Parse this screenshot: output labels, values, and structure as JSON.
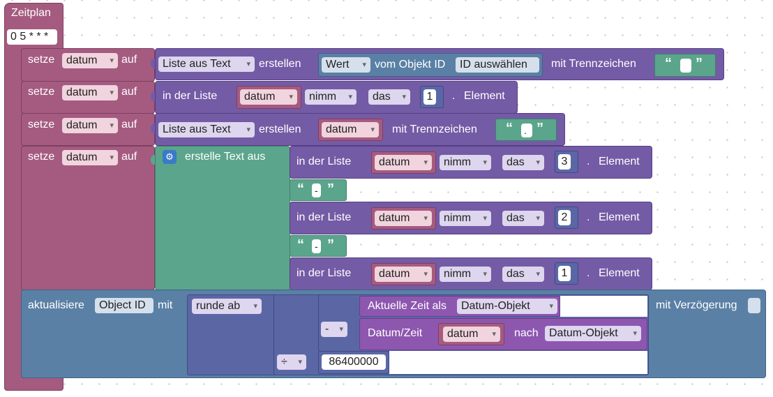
{
  "event": {
    "title": "Zeitplan",
    "schedule": "0 5 * * *"
  },
  "common": {
    "set": "setze",
    "to": "auf",
    "var": "datum",
    "create": "erstellen",
    "list_from_text": "Liste aus Text",
    "with_delimiter": "mit Trennzeichen",
    "in_list": "in der Liste",
    "take": "nimm",
    "the": "das",
    "dot": ".",
    "element": "Element"
  },
  "row1": {
    "value": "Wert",
    "from_object": "vom Objekt ID",
    "object_id": "ID auswählen",
    "delimiter": " "
  },
  "row2": {
    "index": "1"
  },
  "row3": {
    "delimiter": "."
  },
  "row4": {
    "create_text": "erstelle Text aus",
    "items": [
      {
        "index": "3"
      },
      {
        "text": "-"
      },
      {
        "index": "2"
      },
      {
        "text": "-"
      },
      {
        "index": "1"
      }
    ]
  },
  "update": {
    "label": "aktualisiere",
    "object_id": "Object ID",
    "with": "mit",
    "round": "runde ab",
    "minus": "-",
    "divide": "÷",
    "current_time": "Aktuelle Zeit als",
    "date_object": "Datum-Objekt",
    "datetime": "Datum/Zeit",
    "to_label": "nach",
    "date_object2": "Datum-Objekt",
    "divisor": "86400000",
    "delay": "mit Verzögerung"
  },
  "colors": {
    "event": "#a55b80",
    "lists": "#745ba5",
    "text": "#5ba58c",
    "io": "#5b80a5",
    "math": "#5b67a5"
  }
}
